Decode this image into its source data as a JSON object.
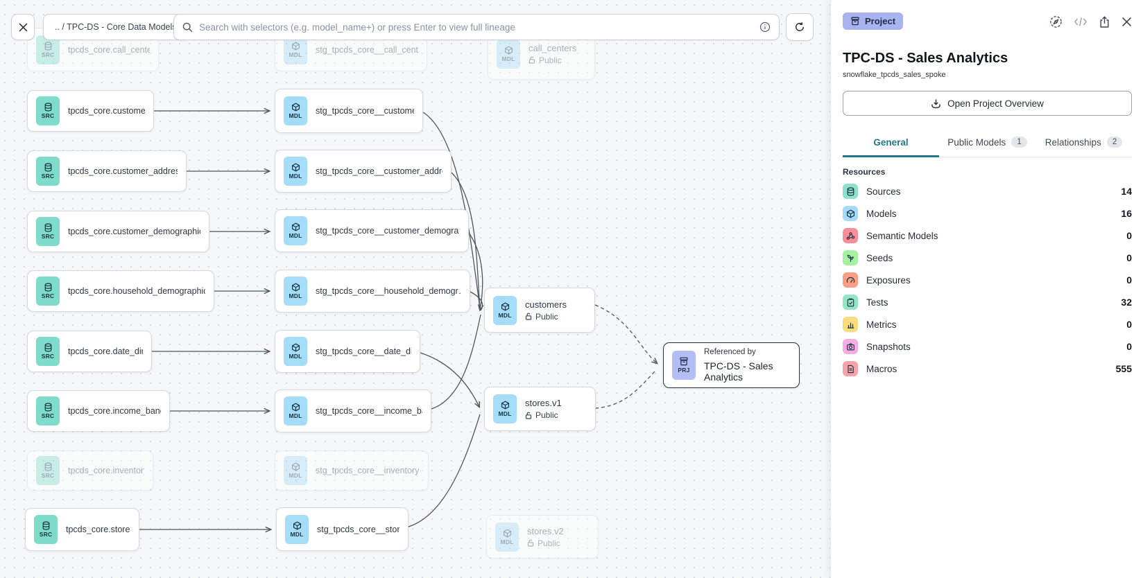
{
  "toolbar": {
    "breadcrumb": ".. / TPC-DS - Core Data Models",
    "search_placeholder": "Search with selectors (e.g. model_name+) or press Enter to view full lineage"
  },
  "canvas": {
    "source_nodes": [
      {
        "badge": "SRC",
        "label": "tpcds_core.call_center"
      },
      {
        "badge": "SRC",
        "label": "tpcds_core.customer"
      },
      {
        "badge": "SRC",
        "label": "tpcds_core.customer_address"
      },
      {
        "badge": "SRC",
        "label": "tpcds_core.customer_demographics"
      },
      {
        "badge": "SRC",
        "label": "tpcds_core.household_demographics"
      },
      {
        "badge": "SRC",
        "label": "tpcds_core.date_dim"
      },
      {
        "badge": "SRC",
        "label": "tpcds_core.income_band"
      },
      {
        "badge": "SRC",
        "label": "tpcds_core.inventory"
      },
      {
        "badge": "SRC",
        "label": "tpcds_core.store"
      }
    ],
    "model_nodes": [
      {
        "badge": "MDL",
        "label": "stg_tpcds_core__call_center"
      },
      {
        "badge": "MDL",
        "label": "stg_tpcds_core__customer"
      },
      {
        "badge": "MDL",
        "label": "stg_tpcds_core__customer_address"
      },
      {
        "badge": "MDL",
        "label": "stg_tpcds_core__customer_demogra…"
      },
      {
        "badge": "MDL",
        "label": "stg_tpcds_core__household_demogr…"
      },
      {
        "badge": "MDL",
        "label": "stg_tpcds_core__date_dim"
      },
      {
        "badge": "MDL",
        "label": "stg_tpcds_core__income_band"
      },
      {
        "badge": "MDL",
        "label": "stg_tpcds_core__inventory"
      },
      {
        "badge": "MDL",
        "label": "stg_tpcds_core__store"
      }
    ],
    "public_nodes": [
      {
        "badge": "MDL",
        "label": "call_centers",
        "visibility": "Public"
      },
      {
        "badge": "MDL",
        "label": "customers",
        "visibility": "Public"
      },
      {
        "badge": "MDL",
        "label": "stores.v1",
        "visibility": "Public"
      },
      {
        "badge": "MDL",
        "label": "stores.v2",
        "visibility": "Public"
      }
    ],
    "project_node": {
      "badge": "PRJ",
      "title": "Referenced by",
      "subtitle": "TPC-DS - Sales Analytics"
    }
  },
  "panel": {
    "type_badge": "Project",
    "title": "TPC-DS - Sales Analytics",
    "subtitle": "snowflake_tpcds_sales_spoke",
    "overview_button": "Open Project Overview",
    "tabs": [
      {
        "label": "General"
      },
      {
        "label": "Public Models",
        "badge": "1"
      },
      {
        "label": "Relationships",
        "badge": "2"
      }
    ],
    "section_title": "Resources",
    "resources": [
      {
        "label": "Sources",
        "count": "14",
        "color": "#8ce0cd"
      },
      {
        "label": "Models",
        "count": "16",
        "color": "#a6dbf8"
      },
      {
        "label": "Semantic Models",
        "count": "0",
        "color": "#fa8f99"
      },
      {
        "label": "Seeds",
        "count": "0",
        "color": "#a5f0a2"
      },
      {
        "label": "Exposures",
        "count": "0",
        "color": "#fb9e84"
      },
      {
        "label": "Tests",
        "count": "32",
        "color": "#93e6c3"
      },
      {
        "label": "Metrics",
        "count": "0",
        "color": "#f9dc7d"
      },
      {
        "label": "Snapshots",
        "count": "0",
        "color": "#f5abe4"
      },
      {
        "label": "Macros",
        "count": "555",
        "color": "#f7a3ab"
      }
    ],
    "accent_teal": "#1f7a85"
  }
}
